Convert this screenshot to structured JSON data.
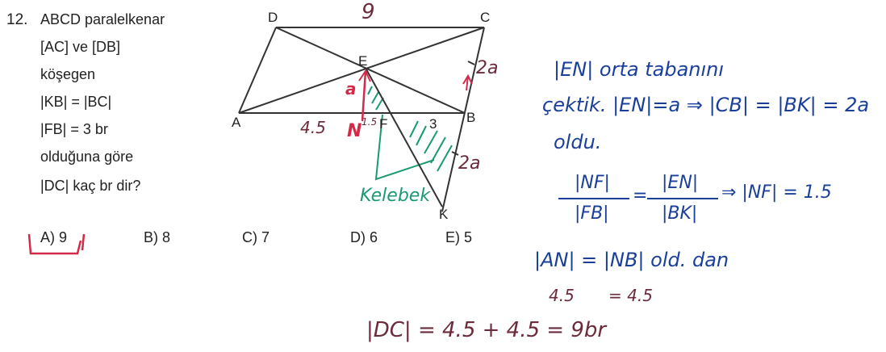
{
  "question": {
    "number": "12.",
    "lines": [
      "ABCD paralelkenar",
      "[AC] ve [DB]",
      "köşegen",
      "|KB| = |BC|",
      "|FB| = 3 br",
      "olduğuna göre",
      "|DC| kaç br dir?"
    ]
  },
  "choices": [
    "A) 9",
    "B) 8",
    "C) 7",
    "D) 6",
    "E) 5"
  ],
  "figure": {
    "points": {
      "D": "D",
      "C": "C",
      "E": "E",
      "A": "A",
      "B": "B",
      "F": "F",
      "K": "K",
      "N": "N"
    },
    "annotations": {
      "top": "9",
      "ea": "a",
      "cb": "2a",
      "bk": "2a",
      "an": "4.5",
      "nf": "1.5",
      "fb": "3",
      "butterfly": "Kelebek"
    }
  },
  "solution": {
    "line1": "|EN| orta tabanını",
    "line2": "çektik. |EN|=a ⇒ |CB| = |BK| = 2a",
    "line3": "oldu.",
    "frac1_num": "|NF|",
    "frac1_den": "|FB|",
    "frac2_num": "|EN|",
    "frac2_den": "|BK|",
    "frac_result": "⇒ |NF| = 1.5",
    "line5": "|AN| = |NB| old. dan",
    "line6a": "4.5",
    "line6b": "= 4.5",
    "line7": "|DC| = 4.5 + 4.5 = 9br"
  },
  "colors": {
    "ink_blue": "#1a3f9a",
    "ink_green": "#1a9a73",
    "ink_red": "#d42a4a",
    "ink_maroon": "#6b2b3a"
  }
}
